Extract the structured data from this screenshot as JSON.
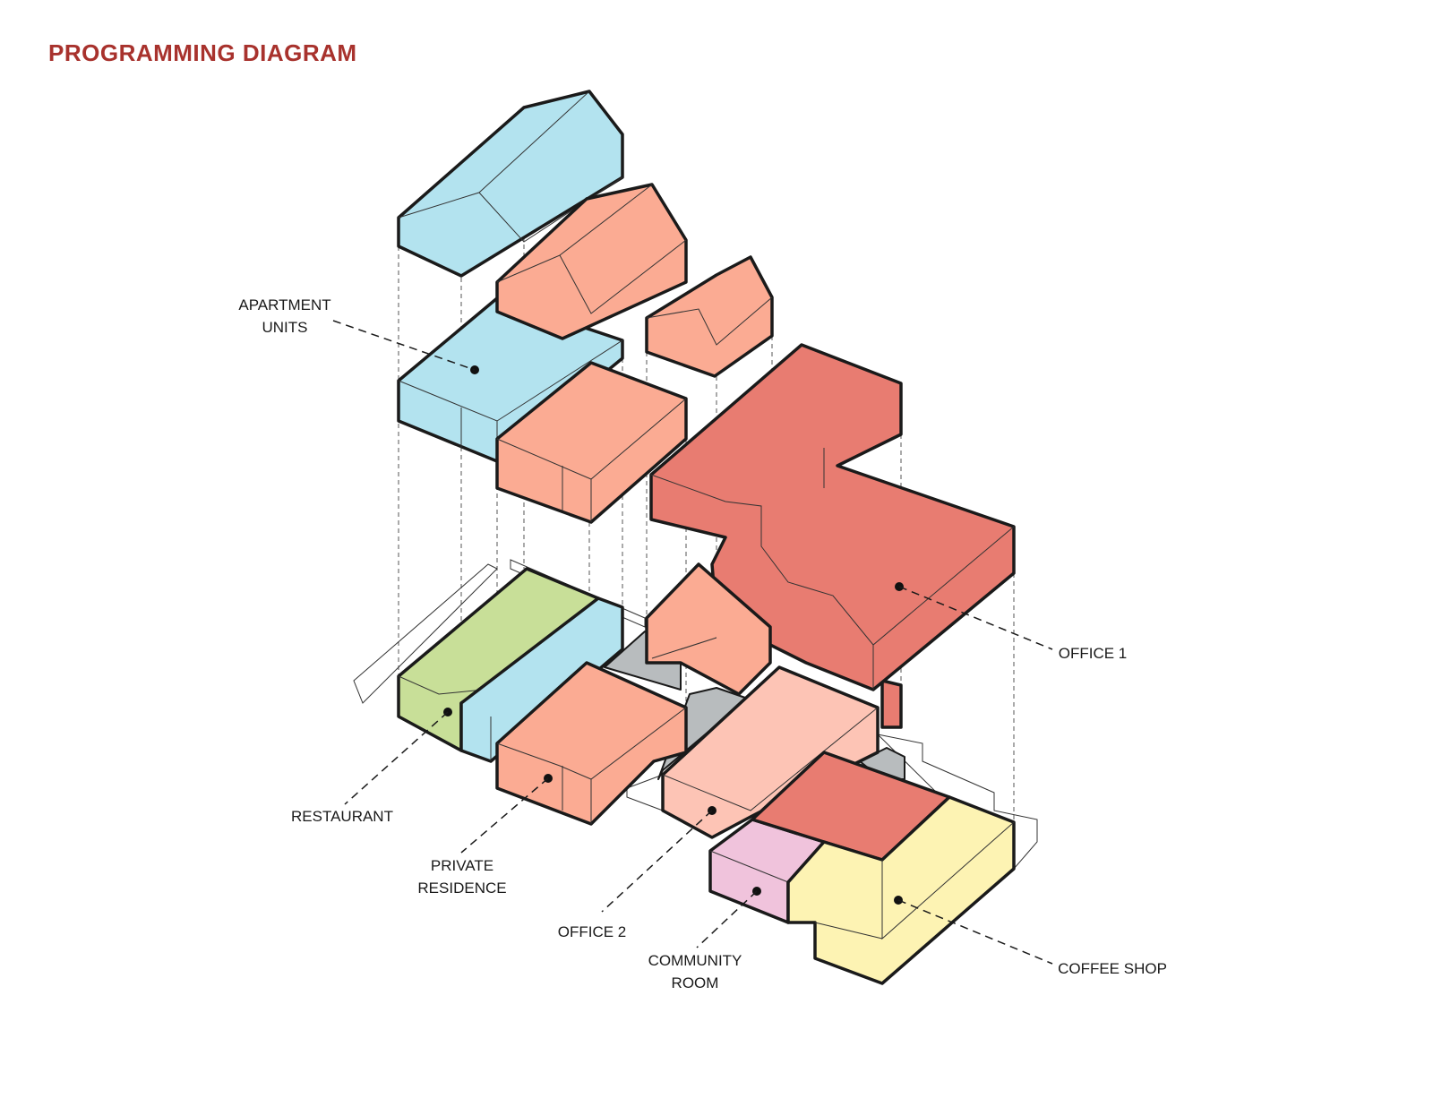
{
  "title": "PROGRAMMING DIAGRAM",
  "colors": {
    "title": "#a8322d",
    "apartment": "#b3e3ef",
    "residence": "#fbab93",
    "office1": "#e87c71",
    "office2": "#fdc4b5",
    "restaurant": "#c8df98",
    "community": "#f0c3dc",
    "coffee": "#fdf3b3",
    "circulation": "#b8bcbe"
  },
  "labels": {
    "apartment": [
      "APARTMENT",
      "UNITS"
    ],
    "office1": "OFFICE 1",
    "restaurant": "RESTAURANT",
    "residence": [
      "PRIVATE",
      "RESIDENCE"
    ],
    "office2": "OFFICE 2",
    "community": [
      "COMMUNITY",
      "ROOM"
    ],
    "coffee": "COFFEE SHOP"
  }
}
